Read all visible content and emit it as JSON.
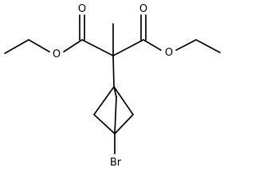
{
  "structure": {
    "atom_labels": {
      "oxygen_carbonyl_left": "O",
      "oxygen_carbonyl_right": "O",
      "oxygen_ester_left": "O",
      "oxygen_ester_right": "O",
      "bromine": "Br"
    }
  }
}
